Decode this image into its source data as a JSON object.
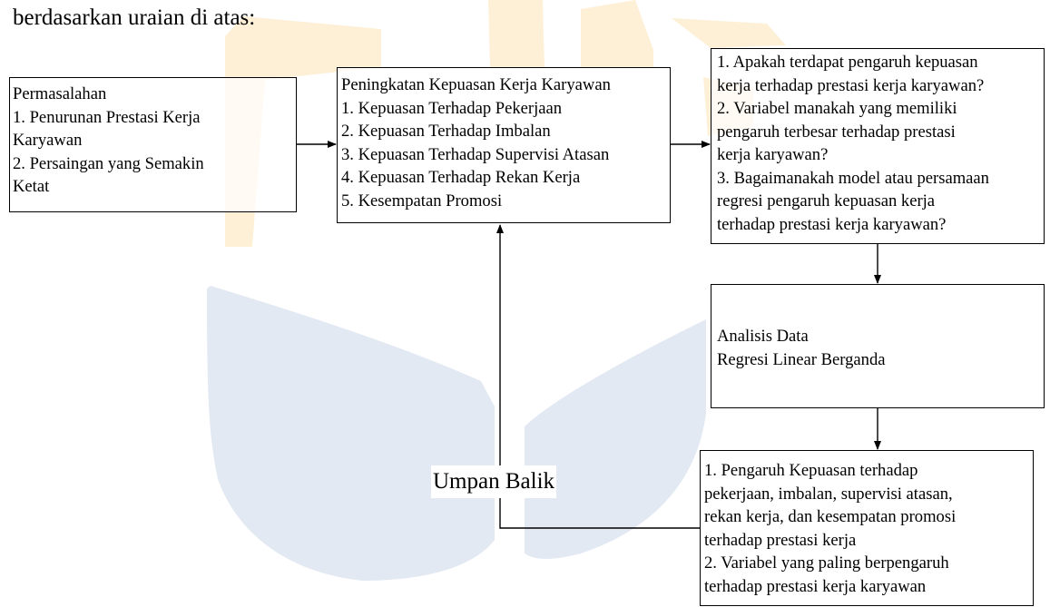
{
  "heading": "berdasarkan uraian di atas:",
  "boxes": {
    "problem": {
      "lines": [
        "Permasalahan",
        "1. Penurunan Prestasi Kerja",
        "Karyawan",
        "2. Persaingan yang Semakin",
        "Ketat"
      ]
    },
    "satisfaction": {
      "lines": [
        "Peningkatan Kepuasan Kerja Karyawan",
        "1. Kepuasan Terhadap Pekerjaan",
        "2. Kepuasan Terhadap Imbalan",
        "3. Kepuasan Terhadap Supervisi Atasan",
        "4. Kepuasan Terhadap Rekan Kerja",
        "5. Kesempatan Promosi"
      ]
    },
    "questions": {
      "lines": [
        "1. Apakah terdapat pengaruh kepuasan",
        "kerja terhadap prestasi kerja karyawan?",
        "2. Variabel manakah yang memiliki",
        "pengaruh terbesar terhadap prestasi",
        "kerja karyawan?",
        "3. Bagaimanakah model atau persamaan",
        "regresi pengaruh kepuasan kerja",
        "terhadap prestasi kerja karyawan?"
      ]
    },
    "analysis": {
      "lines": [
        "Analisis Data",
        "Regresi Linear Berganda"
      ]
    },
    "results": {
      "lines": [
        "1. Pengaruh Kepuasan terhadap",
        "pekerjaan, imbalan, supervisi atasan,",
        "rekan kerja, dan kesempatan promosi",
        "terhadap prestasi kerja",
        "2. Variabel yang paling berpengaruh",
        "terhadap prestasi kerja karyawan"
      ]
    }
  },
  "feedback_label": "Umpan Balik",
  "colors": {
    "watermark_orange": "#fdf0d7",
    "watermark_blue": "#e3e9f2",
    "line": "#000000"
  }
}
